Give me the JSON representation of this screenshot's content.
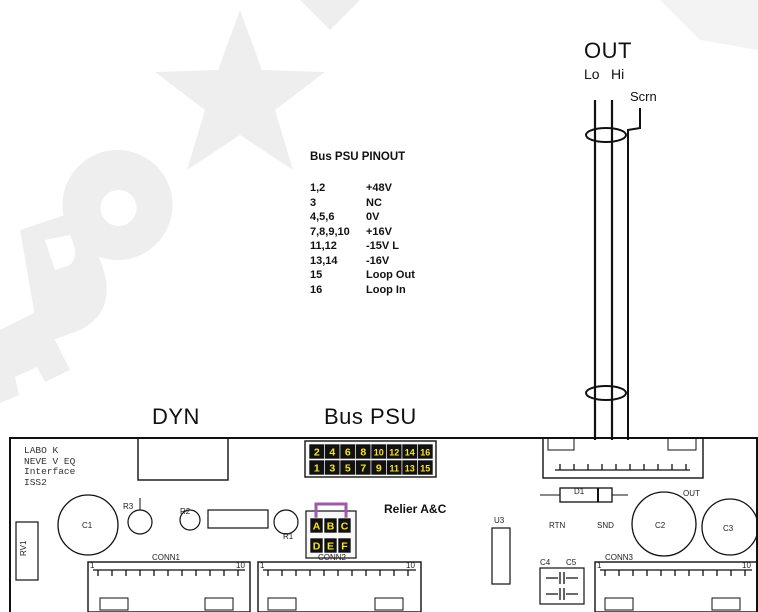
{
  "out": {
    "title": "OUT",
    "lo": "Lo",
    "hi": "Hi",
    "scrn": "Scrn"
  },
  "pinout": {
    "title": "Bus PSU PINOUT",
    "rows": [
      {
        "pins": "1,2",
        "signal": "+48V"
      },
      {
        "pins": "3",
        "signal": "NC"
      },
      {
        "pins": "4,5,6",
        "signal": "0V"
      },
      {
        "pins": "7,8,9,10",
        "signal": "+16V"
      },
      {
        "pins": "11,12",
        "signal": "-15V L"
      },
      {
        "pins": "13,14",
        "signal": "-16V"
      },
      {
        "pins": "15",
        "signal": "Loop Out"
      },
      {
        "pins": "16",
        "signal": "Loop In"
      }
    ]
  },
  "sections": {
    "dyn": "DYN",
    "bus_psu": "Bus PSU"
  },
  "board": {
    "name_lines": [
      "LABO K",
      "NEVE V EQ",
      "Interface",
      "ISS2"
    ],
    "relier": "Relier A&C",
    "psu_top_pins": [
      "2",
      "4",
      "6",
      "8",
      "10",
      "12",
      "14",
      "16"
    ],
    "psu_bottom_pins": [
      "1",
      "3",
      "5",
      "7",
      "9",
      "11",
      "13",
      "15"
    ],
    "jumper_top": [
      "A",
      "B",
      "C"
    ],
    "jumper_bottom": [
      "D",
      "E",
      "F"
    ],
    "components": {
      "c1": "C1",
      "c2": "C2",
      "c3": "C3",
      "c4": "C4",
      "c5": "C5",
      "r1": "R1",
      "r2": "R2",
      "r3": "R3",
      "d1": "D1",
      "u3": "U3",
      "rv1": "RV1",
      "conn1": "CONN1",
      "conn2": "CONN2",
      "conn3": "CONN3",
      "rtn": "RTN",
      "snd": "SND",
      "out": "OUT",
      "pin_one": "1",
      "pin_ten": "10"
    }
  },
  "colors": {
    "board_line": "#111111",
    "pin_fill": "#111111",
    "pin_text": "#f5e61c",
    "jumper_link": "#a05aa8",
    "watermark": "#eeeeee"
  }
}
